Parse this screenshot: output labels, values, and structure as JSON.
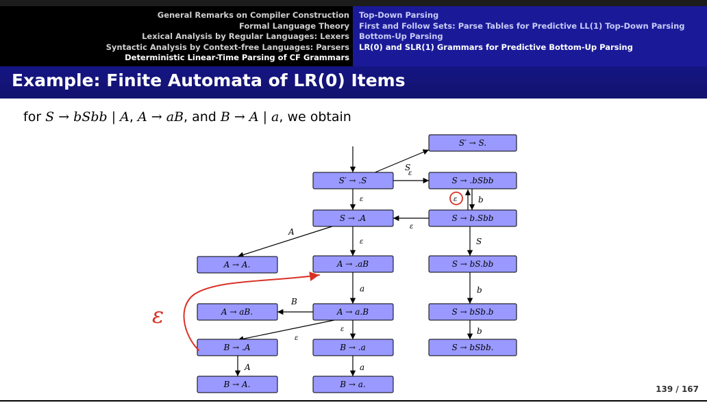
{
  "header": {
    "left_items": [
      "General Remarks on Compiler Construction",
      "Formal Language Theory",
      "Lexical Analysis by Regular Languages: Lexers",
      "Syntactic Analysis by Context-free Languages: Parsers",
      "Deterministic Linear-Time Parsing of CF Grammars"
    ],
    "right_items": [
      "Top-Down Parsing",
      "First and Follow Sets: Parse Tables for Predictive LL(1) Top-Down Parsing",
      "Bottom-Up Parsing",
      "LR(0) and SLR(1) Grammars for Predictive Bottom-Up Parsing"
    ]
  },
  "slide": {
    "title": "Example: Finite Automata of LR(0) Items",
    "intro_prefix": "for ",
    "intro_rule1": "S → bSbb | A",
    "intro_sep1": ", ",
    "intro_rule2": "A → aB",
    "intro_sep2": ", and ",
    "intro_rule3": "B → A | a",
    "intro_suffix": ", we obtain",
    "page": "139 / 167"
  },
  "automaton": {
    "node_fill": "#9999ff",
    "states": {
      "sp_s_done": "S′ → S.",
      "sp_s": "S′ → .S",
      "s_bsbb": "S → .bSbb",
      "s_a": "S → .A",
      "s_b_sbb": "S → b.Sbb",
      "a_a_done": "A → A.",
      "a_ab": "A → .aB",
      "s_bs_bb": "S → bS.bb",
      "a_ab_done": "A → aB.",
      "a_a_b": "A → a.B",
      "s_bsb_b": "S → bSb.b",
      "b_a": "B → .A",
      "b_dot_a": "B → .a",
      "s_bsbb_done": "S → bSbb.",
      "b_a_done": "B → A.",
      "b_a_term": "B → a."
    },
    "labels": {
      "S": "S",
      "A": "A",
      "B": "B",
      "a": "a",
      "b": "b",
      "eps": "ε"
    },
    "annotation": {
      "color": "#d93025",
      "handwritten_epsilon": "ε"
    }
  }
}
